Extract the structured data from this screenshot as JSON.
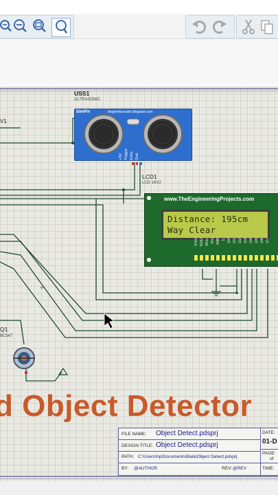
{
  "toolbar": {
    "icons": [
      "zoom-in-icon",
      "zoom-out-icon",
      "zoom-fit-icon",
      "zoom-area-icon",
      "undo-icon",
      "redo-icon",
      "cut-icon",
      "copy-icon"
    ]
  },
  "schematic": {
    "sensor": {
      "ref": "USS1",
      "type": "ULTRASONIC",
      "brand": "SimPin",
      "url": "blogembarcado.blogspot.com",
      "pins": [
        "+5V",
        "Trigger",
        "Echo",
        "Gnd"
      ]
    },
    "partial_ref": "V1",
    "lcd": {
      "ref": "LCD1",
      "model": "LCD 16X2",
      "url": "www.TheEngineeringProjects.com",
      "line1": "Distance: 195cm",
      "line2": "Way Clear",
      "pins": [
        "VSS",
        "VDD",
        "VEE",
        "RS",
        "RW",
        "E",
        "D0",
        "D1",
        "D2",
        "D3",
        "D4",
        "D5",
        "D6",
        "D7"
      ]
    },
    "transistor": {
      "ref": "Q1",
      "model": "BC547"
    },
    "title_text": "d Object Detector"
  },
  "title_block": {
    "file_name_label": "FILE NAME:",
    "file_name": "Object Detect.pdsprj",
    "design_title_label": "DESIGN TITLE:",
    "design_title": "Object Detect.pdsprj",
    "path_label": "PATH:",
    "path": "C:\\Users\\hp\\Documents\\Bala\\Object Detect.pdsprj",
    "by_label": "BY:",
    "by": "@AUTHOR",
    "rev_label": "REV:",
    "rev": "@REV",
    "date_label": "DATE:",
    "date": "01-D",
    "page_label": "PAGE:",
    "page_of": "of",
    "time_label": "TIME:"
  },
  "colors": {
    "sheet": "#e9e9e3",
    "sensor_board": "#2e6ecf",
    "lcd_board": "#1d6a2c",
    "lcd_screen": "#b9c94a",
    "wire": "#1e4a30",
    "title_orange": "#c85a2a"
  }
}
